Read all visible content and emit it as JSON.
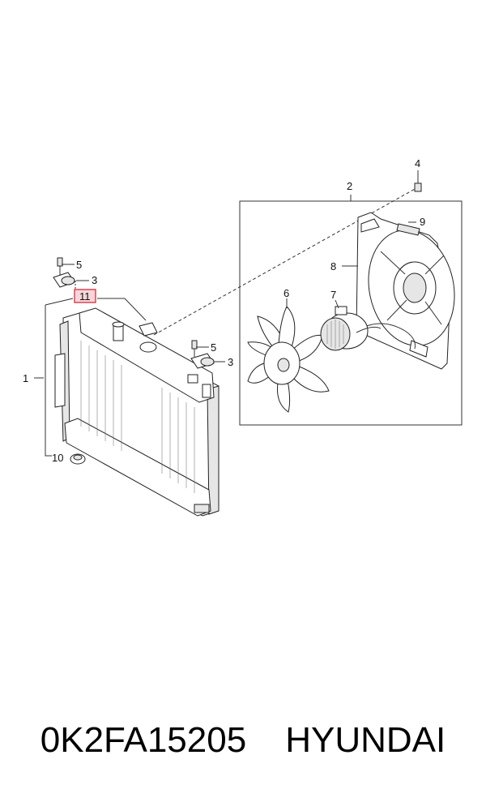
{
  "diagram": {
    "callouts": [
      {
        "id": "c1",
        "text": "1"
      },
      {
        "id": "c2",
        "text": "2"
      },
      {
        "id": "c3a",
        "text": "3"
      },
      {
        "id": "c3b",
        "text": "3"
      },
      {
        "id": "c4",
        "text": "4"
      },
      {
        "id": "c5a",
        "text": "5"
      },
      {
        "id": "c5b",
        "text": "5"
      },
      {
        "id": "c6",
        "text": "6"
      },
      {
        "id": "c7",
        "text": "7"
      },
      {
        "id": "c8",
        "text": "8"
      },
      {
        "id": "c9",
        "text": "9"
      },
      {
        "id": "c10",
        "text": "10"
      },
      {
        "id": "c11",
        "text": "11"
      }
    ],
    "highlight_color": "#d9384a"
  },
  "caption": {
    "part_number": "0K2FA15205",
    "brand": "HYUNDAI"
  }
}
